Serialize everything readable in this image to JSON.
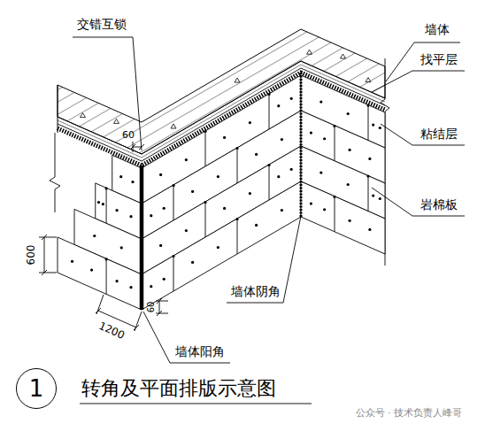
{
  "diagram": {
    "title": "转角及平面排版示意图",
    "nodes": [
      {
        "text": [
          "1"
        ]
      }
    ],
    "edges": [],
    "labels": [
      "交错互锁",
      "墙体",
      "找平层",
      "粘结层",
      "岩棉板",
      "60",
      "600",
      "1200",
      "60",
      "墙体阴角",
      "墙体阳角",
      "公众号 · 技术负责人峰哥"
    ]
  }
}
